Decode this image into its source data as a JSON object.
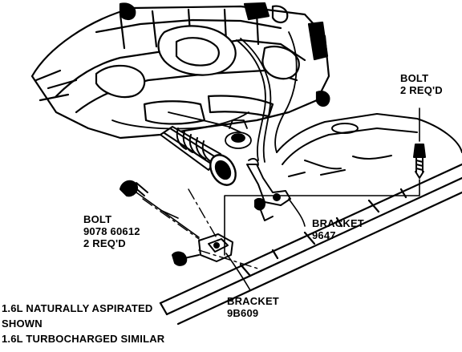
{
  "callouts": {
    "bolt_top": {
      "name": "BOLT",
      "qty": "2 REQ'D"
    },
    "bolt_left": {
      "name": "BOLT",
      "part": "9078 60612",
      "qty": "2 REQ'D"
    },
    "bracket_right": {
      "name": "BRACKET",
      "part": "9647"
    },
    "bracket_bottom": {
      "name": "BRACKET",
      "part": "9B609"
    }
  },
  "caption": {
    "line1": "1.6L NATURALLY ASPIRATED",
    "line2": "SHOWN",
    "line3": "1.6L TURBOCHARGED SIMILAR"
  }
}
